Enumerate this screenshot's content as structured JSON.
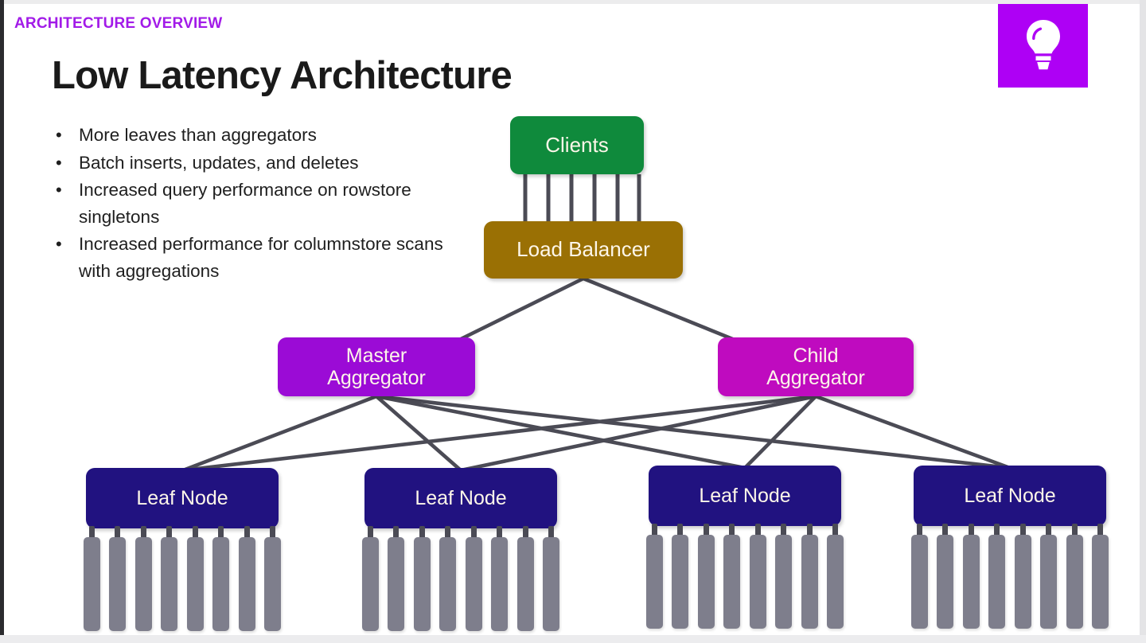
{
  "slide": {
    "eyebrow": "ARCHITECTURE OVERVIEW",
    "title": "Low Latency Architecture",
    "bullet_marker": "•",
    "bullets": [
      "More leaves than aggregators",
      "Batch inserts, updates, and deletes",
      "Increased query performance on rowstore singletons",
      "Increased performance for columnstore scans with aggregations"
    ]
  },
  "logo": {
    "icon": "lightbulb-icon",
    "background": "#AE00F5",
    "glyph_color": "#FFFFFF"
  },
  "colors": {
    "accent_purple": "#A21BE8",
    "title": "#1A1A1A",
    "clients": "#0F8A3C",
    "load_balancer": "#9A7004",
    "master_aggregator": "#9B0BD6",
    "child_aggregator": "#BF0BBF",
    "leaf_node": "#211280",
    "partition_bar": "#7E7E8C",
    "connector": "#4B4B55",
    "slide_background": "#FFFFFF"
  },
  "diagram": {
    "type": "architecture-tree",
    "nodes": {
      "clients": {
        "label": "Clients"
      },
      "load_balancer": {
        "label": "Load Balancer"
      },
      "master_aggregator": {
        "label_line1": "Master",
        "label_line2": "Aggregator"
      },
      "child_aggregator": {
        "label_line1": "Child",
        "label_line2": "Aggregator"
      },
      "leaves": [
        {
          "label": "Leaf Node",
          "partitions": 8
        },
        {
          "label": "Leaf Node",
          "partitions": 8
        },
        {
          "label": "Leaf Node",
          "partitions": 8
        },
        {
          "label": "Leaf Node",
          "partitions": 8
        }
      ]
    },
    "client_links": 6,
    "edges": [
      "load_balancer -> master_aggregator",
      "load_balancer -> child_aggregator",
      "master_aggregator -> leaf_1",
      "master_aggregator -> leaf_2",
      "master_aggregator -> leaf_3",
      "master_aggregator -> leaf_4",
      "child_aggregator -> leaf_1",
      "child_aggregator -> leaf_2",
      "child_aggregator -> leaf_3",
      "child_aggregator -> leaf_4"
    ]
  }
}
